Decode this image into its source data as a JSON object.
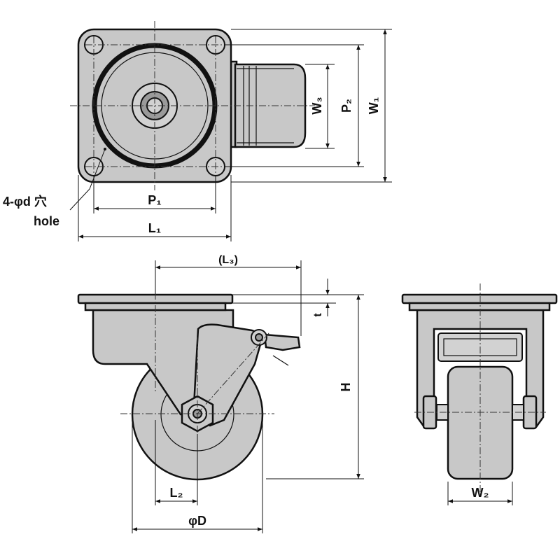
{
  "top_view": {
    "labels": {
      "p1": "P₁",
      "l1": "L₁",
      "w1": "W₁",
      "w3": "W₃",
      "p2": "P₂",
      "hole_jp": "4-φd 穴",
      "hole_en": "hole"
    }
  },
  "side_view": {
    "labels": {
      "l3": "(L₃)",
      "t": "t",
      "h": "H",
      "l2": "L₂",
      "d": "φD"
    }
  },
  "front_view": {
    "labels": {
      "w2": "W₂"
    }
  }
}
